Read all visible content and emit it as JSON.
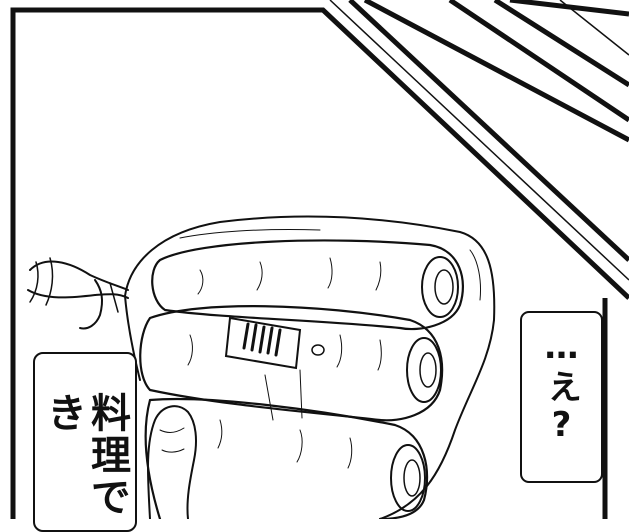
{
  "panel": {
    "subject": "carrots-in-plastic-bag"
  },
  "speech": {
    "left_bubble": "料理でき",
    "right_bubble": "…え?"
  }
}
